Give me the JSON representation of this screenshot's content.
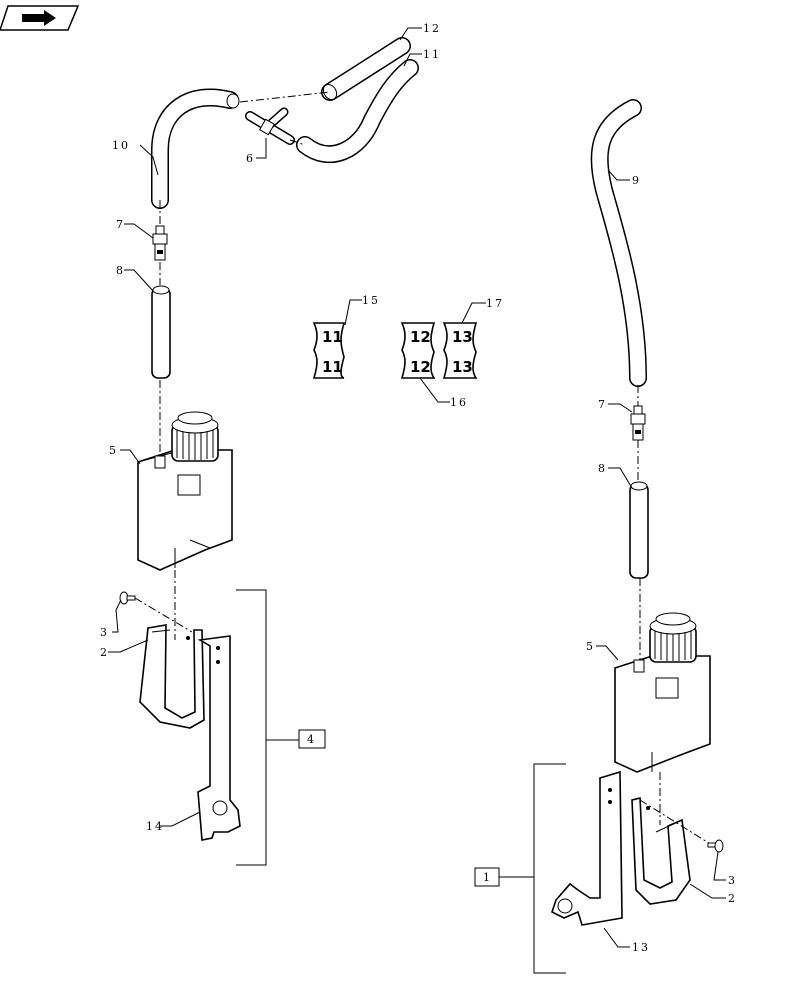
{
  "callouts": {
    "c1": "1",
    "c2a": "2",
    "c2b": "2",
    "c3a": "3",
    "c3b": "3",
    "c4": "4",
    "c5a": "5",
    "c5b": "5",
    "c6": "6",
    "c7a": "7",
    "c7b": "7",
    "c8a": "8",
    "c8b": "8",
    "c9": "9",
    "c10": "10",
    "c11": "11",
    "c12": "12",
    "c13": "13",
    "c14": "14",
    "c15": "15",
    "c16": "16",
    "c17": "17"
  },
  "decals": {
    "d15_top": "11",
    "d15_bot": "11",
    "d16_top": "12",
    "d16_bot": "12",
    "d17_top": "13",
    "d17_bot": "13"
  },
  "icons": [
    "next-page-arrow-icon"
  ]
}
